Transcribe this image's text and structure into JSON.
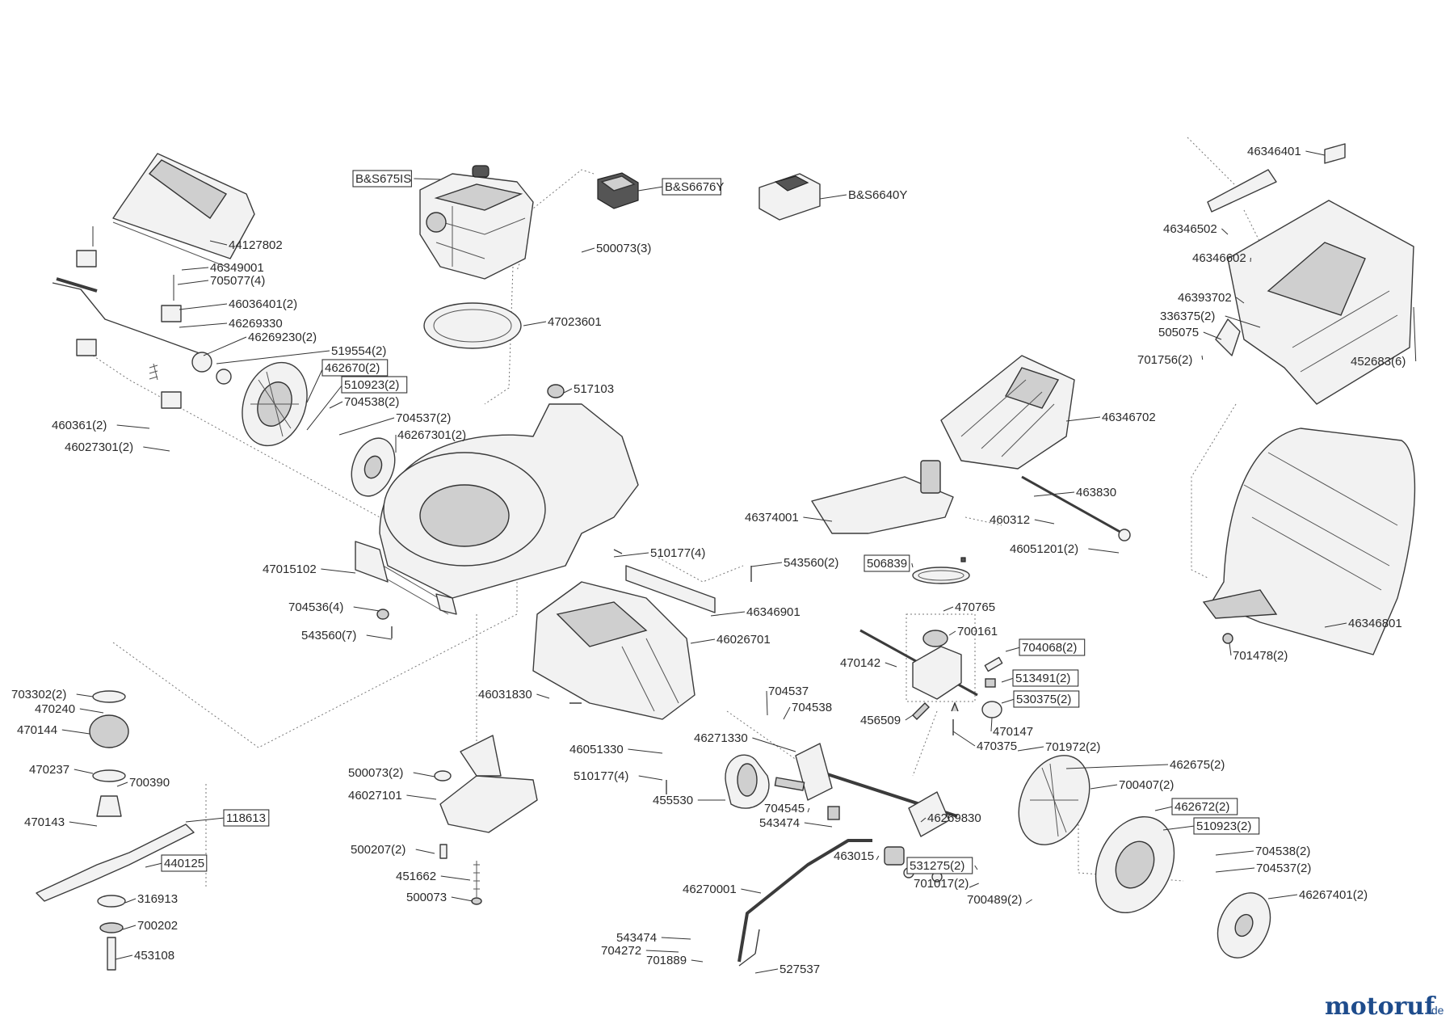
{
  "diagram": {
    "labels": [
      {
        "id": "bs675is",
        "text": "B&S675IS",
        "boxed": true
      },
      {
        "id": "bs6676y",
        "text": "B&S6676Y",
        "boxed": true
      },
      {
        "id": "bs6640y",
        "text": "B&S6640Y",
        "boxed": false
      },
      {
        "id": "p46346401",
        "text": "46346401",
        "boxed": false
      },
      {
        "id": "p44127802",
        "text": "44127802",
        "boxed": false
      },
      {
        "id": "p46349001",
        "text": "46349001",
        "boxed": false
      },
      {
        "id": "p705077",
        "text": "705077(4)",
        "boxed": false
      },
      {
        "id": "p46036401",
        "text": "46036401(2)",
        "boxed": false
      },
      {
        "id": "p46269330",
        "text": "46269330",
        "boxed": false
      },
      {
        "id": "p46269230",
        "text": "46269230(2)",
        "boxed": false
      },
      {
        "id": "p519554",
        "text": "519554(2)",
        "boxed": false
      },
      {
        "id": "p462670",
        "text": "462670(2)",
        "boxed": true
      },
      {
        "id": "p510923a",
        "text": "510923(2)",
        "boxed": true
      },
      {
        "id": "p704538a",
        "text": "704538(2)",
        "boxed": false
      },
      {
        "id": "p704537a",
        "text": "704537(2)",
        "boxed": false
      },
      {
        "id": "p46267301",
        "text": "46267301(2)",
        "boxed": false
      },
      {
        "id": "p460361",
        "text": "460361(2)",
        "boxed": false
      },
      {
        "id": "p46027301",
        "text": "46027301(2)",
        "boxed": false
      },
      {
        "id": "p500073_3",
        "text": "500073(3)",
        "boxed": false
      },
      {
        "id": "p47023601",
        "text": "47023601",
        "boxed": false
      },
      {
        "id": "p517103",
        "text": "517103",
        "boxed": false
      },
      {
        "id": "p46346502",
        "text": "46346502",
        "boxed": false
      },
      {
        "id": "p46346602",
        "text": "46346602",
        "boxed": false
      },
      {
        "id": "p46393702",
        "text": "46393702",
        "boxed": false
      },
      {
        "id": "p336375",
        "text": "336375(2)",
        "boxed": false
      },
      {
        "id": "p505075",
        "text": "505075",
        "boxed": false
      },
      {
        "id": "p701756",
        "text": "701756(2)",
        "boxed": false
      },
      {
        "id": "p452683",
        "text": "452683(6)",
        "boxed": false
      },
      {
        "id": "p46346702",
        "text": "46346702",
        "boxed": false
      },
      {
        "id": "p463830",
        "text": "463830",
        "boxed": false
      },
      {
        "id": "p460312",
        "text": "460312",
        "boxed": false
      },
      {
        "id": "p46051201",
        "text": "46051201(2)",
        "boxed": false
      },
      {
        "id": "p46374001",
        "text": "46374001",
        "boxed": false
      },
      {
        "id": "p47015102",
        "text": "47015102",
        "boxed": false
      },
      {
        "id": "p510177a",
        "text": "510177(4)",
        "boxed": false
      },
      {
        "id": "p543560_2",
        "text": "543560(2)",
        "boxed": false
      },
      {
        "id": "p506839",
        "text": "506839",
        "boxed": true
      },
      {
        "id": "p704536",
        "text": "704536(4)",
        "boxed": false
      },
      {
        "id": "p46346901",
        "text": "46346901",
        "boxed": false
      },
      {
        "id": "p543560_7",
        "text": "543560(7)",
        "boxed": false
      },
      {
        "id": "p46026701",
        "text": "46026701",
        "boxed": false
      },
      {
        "id": "p470765",
        "text": "470765",
        "boxed": false
      },
      {
        "id": "p700161",
        "text": "700161",
        "boxed": false
      },
      {
        "id": "p470142",
        "text": "470142",
        "boxed": false
      },
      {
        "id": "p704068",
        "text": "704068(2)",
        "boxed": true
      },
      {
        "id": "p513491",
        "text": "513491(2)",
        "boxed": true
      },
      {
        "id": "p530375",
        "text": "530375(2)",
        "boxed": true
      },
      {
        "id": "p46346801",
        "text": "46346801",
        "boxed": false
      },
      {
        "id": "p701478",
        "text": "701478(2)",
        "boxed": false
      },
      {
        "id": "p703302",
        "text": "703302(2)",
        "boxed": false
      },
      {
        "id": "p470240",
        "text": "470240",
        "boxed": false
      },
      {
        "id": "p470144",
        "text": "470144",
        "boxed": false
      },
      {
        "id": "p470237",
        "text": "470237",
        "boxed": false
      },
      {
        "id": "p700390",
        "text": "700390",
        "boxed": false
      },
      {
        "id": "p470143",
        "text": "470143",
        "boxed": false
      },
      {
        "id": "p118613",
        "text": "118613",
        "boxed": true
      },
      {
        "id": "p440125",
        "text": "440125",
        "boxed": true
      },
      {
        "id": "p316913",
        "text": "316913",
        "boxed": false
      },
      {
        "id": "p700202",
        "text": "700202",
        "boxed": false
      },
      {
        "id": "p453108",
        "text": "453108",
        "boxed": false
      },
      {
        "id": "p46031830",
        "text": "46031830",
        "boxed": false
      },
      {
        "id": "p704537b",
        "text": "704537",
        "boxed": false
      },
      {
        "id": "p704538b",
        "text": "704538",
        "boxed": false
      },
      {
        "id": "p456509",
        "text": "456509",
        "boxed": false
      },
      {
        "id": "p470147",
        "text": "470147",
        "boxed": false
      },
      {
        "id": "p470375",
        "text": "470375",
        "boxed": false
      },
      {
        "id": "p701972",
        "text": "701972(2)",
        "boxed": false
      },
      {
        "id": "p46051330",
        "text": "46051330",
        "boxed": false
      },
      {
        "id": "p46271330",
        "text": "46271330",
        "boxed": false
      },
      {
        "id": "p462675",
        "text": "462675(2)",
        "boxed": false
      },
      {
        "id": "p500073_2",
        "text": "500073(2)",
        "boxed": false
      },
      {
        "id": "p510177b",
        "text": "510177(4)",
        "boxed": false
      },
      {
        "id": "p46027101",
        "text": "46027101",
        "boxed": false
      },
      {
        "id": "p455530",
        "text": "455530",
        "boxed": false
      },
      {
        "id": "p704545",
        "text": "704545",
        "boxed": false
      },
      {
        "id": "p543474a",
        "text": "543474",
        "boxed": false
      },
      {
        "id": "p46269830",
        "text": "46269830",
        "boxed": false
      },
      {
        "id": "p700407",
        "text": "700407(2)",
        "boxed": false
      },
      {
        "id": "p462672",
        "text": "462672(2)",
        "boxed": true
      },
      {
        "id": "p510923b",
        "text": "510923(2)",
        "boxed": true
      },
      {
        "id": "p500207",
        "text": "500207(2)",
        "boxed": false
      },
      {
        "id": "p463015",
        "text": "463015",
        "boxed": false
      },
      {
        "id": "p531275",
        "text": "531275(2)",
        "boxed": true
      },
      {
        "id": "p704538c",
        "text": "704538(2)",
        "boxed": false
      },
      {
        "id": "p704537c",
        "text": "704537(2)",
        "boxed": false
      },
      {
        "id": "p451662",
        "text": "451662",
        "boxed": false
      },
      {
        "id": "p46270001",
        "text": "46270001",
        "boxed": false
      },
      {
        "id": "p701017",
        "text": "701017(2)",
        "boxed": false
      },
      {
        "id": "p700489",
        "text": "700489(2)",
        "boxed": false
      },
      {
        "id": "p46267401",
        "text": "46267401(2)",
        "boxed": false
      },
      {
        "id": "p500073",
        "text": "500073",
        "boxed": false
      },
      {
        "id": "p543474b",
        "text": "543474",
        "boxed": false
      },
      {
        "id": "p704272",
        "text": "704272",
        "boxed": false
      },
      {
        "id": "p701889",
        "text": "701889",
        "boxed": false
      },
      {
        "id": "p527537",
        "text": "527537",
        "boxed": false
      }
    ]
  },
  "watermark": {
    "name": "motoruf",
    "suffix": ".de"
  }
}
